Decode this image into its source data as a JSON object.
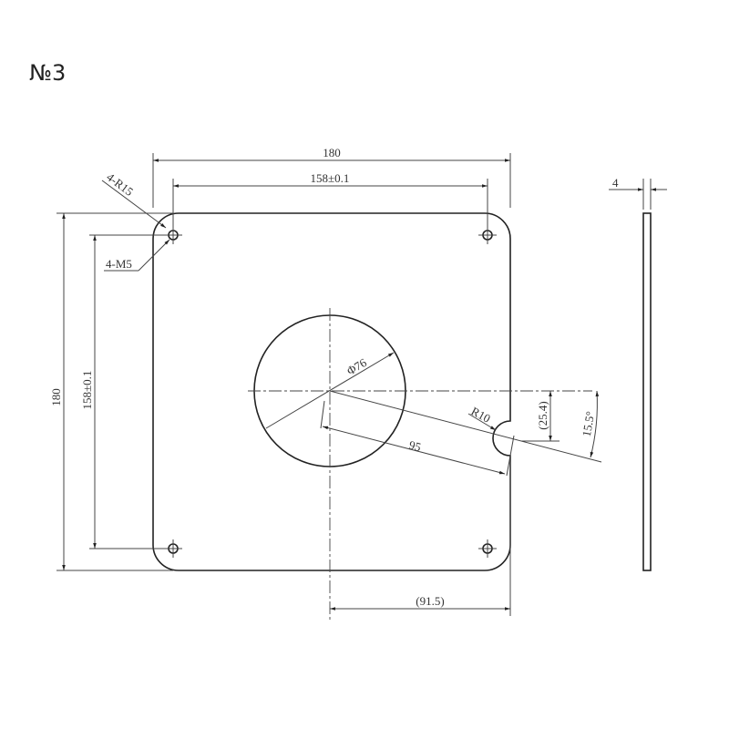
{
  "drawing": {
    "title": "№3",
    "front_view": {
      "overall_width": "180",
      "hole_spacing_width": "158±0.1",
      "overall_height": "180",
      "hole_spacing_height": "158±0.1",
      "corner_radius": "4-R15",
      "mounting_holes": "4-M5",
      "center_hole_diameter": "Φ76",
      "notch_radius": "R10",
      "notch_distance": "95",
      "notch_offset": "(25.4)",
      "notch_angle": "15.5°",
      "center_to_edge": "(91.5)"
    },
    "side_view": {
      "thickness": "4"
    }
  }
}
